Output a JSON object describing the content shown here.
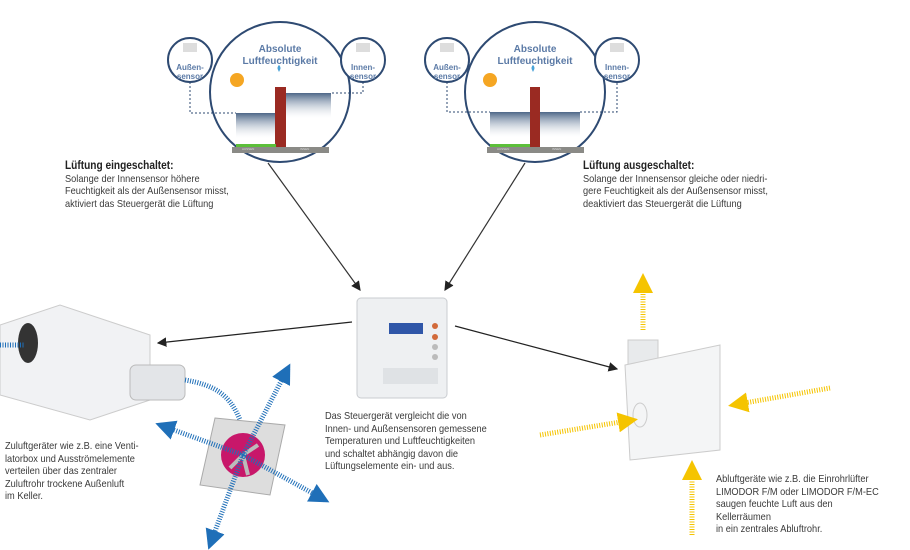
{
  "panels": [
    {
      "title_line1": "Absolute",
      "title_line2": "Luftfeuchtigkeit",
      "outer_sensor": "Außen-\nsensor",
      "inner_sensor": "Innen-\nsensor",
      "ground_out": "AUSSEN",
      "ground_in": "INNEN",
      "heading": "Lüftung eingeschaltet:",
      "body": [
        "Solange der Innensensor höhere",
        "Feuchtigkeit als der Außensensor misst,",
        "aktiviert das Steuergerät die Lüftung"
      ]
    },
    {
      "title_line1": "Absolute",
      "title_line2": "Luftfeuchtigkeit",
      "outer_sensor": "Außen-\nsensor",
      "inner_sensor": "Innen-\nsensor",
      "ground_out": "AUSSEN",
      "ground_in": "INNEN",
      "heading": "Lüftung ausgeschaltet:",
      "body": [
        "Solange der Innensensor gleiche oder niedri-",
        "gere Feuchtigkeit als der Außensensor misst,",
        "deaktiviert das Steuergerät die Lüftung"
      ]
    }
  ],
  "controller_caption": [
    "Das Steuergerät vergleicht die von",
    "Innen- und Außensensoren gemessene",
    "Temperaturen und Luftfeuchtigkeiten",
    "und schaltet abhängig davon die",
    "Lüftungselemente ein- und aus."
  ],
  "supply_caption": [
    "Zuluftgeräter wie z.B. eine Venti-",
    "latorbox und Ausströmelemente",
    "verteilen über das zentraler",
    "Zuluftrohr trockene Außenluft",
    "im Keller."
  ],
  "exhaust_caption": [
    "Abluftgeräte wie z.B. die Einrohrlüfter",
    "LIMODOR F/M oder LIMODOR F/M-EC",
    "saugen feuchte Luft aus den Kellerräumen",
    "in ein zentrales Abluftrohr."
  ],
  "colors": {
    "circle": "#2e4a72",
    "label": "#5b7aa6",
    "supply_air": "#1f6fb8",
    "exhaust_air": "#f5c400",
    "brick": "#9a2a22",
    "fan": "#c8176a"
  }
}
